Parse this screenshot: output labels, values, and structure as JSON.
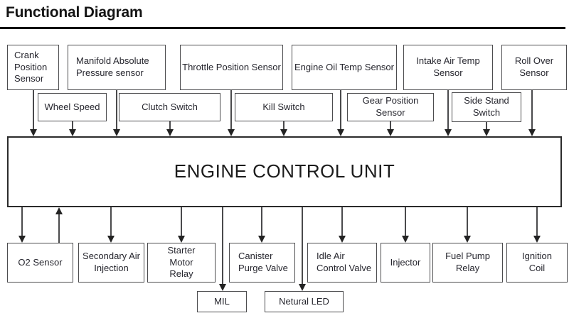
{
  "title": "Functional Diagram",
  "ecu": {
    "label": "ENGINE CONTROL UNIT"
  },
  "sensors_row1": [
    {
      "label": "Crank Position Sensor"
    },
    {
      "label": "Manifold Absolute Pressure sensor"
    },
    {
      "label": "Throttle Position Sensor"
    },
    {
      "label": "Engine Oil Temp Sensor"
    },
    {
      "label": "Intake Air Temp Sensor"
    },
    {
      "label": "Roll Over Sensor"
    }
  ],
  "sensors_row2": [
    {
      "label": "Wheel Speed"
    },
    {
      "label": "Clutch Switch"
    },
    {
      "label": "Kill Switch"
    },
    {
      "label": "Gear Position Sensor"
    },
    {
      "label": "Side Stand Switch"
    }
  ],
  "outputs": [
    {
      "label": "O2 Sensor"
    },
    {
      "label": "Secondary Air Injection"
    },
    {
      "label": "Starter Motor Relay"
    },
    {
      "label": "Canister Purge Valve"
    },
    {
      "label": "Idle Air Control Valve"
    },
    {
      "label": "Injector"
    },
    {
      "label": "Fuel Pump Relay"
    },
    {
      "label": "Ignition Coil"
    }
  ],
  "indicators": [
    {
      "label": "MIL"
    },
    {
      "label": "Netural LED"
    }
  ],
  "connections": [
    {
      "from": "Crank Position Sensor",
      "to": "Engine Control Unit"
    },
    {
      "from": "Wheel Speed",
      "to": "Engine Control Unit"
    },
    {
      "from": "Manifold Absolute Pressure sensor",
      "to": "Engine Control Unit"
    },
    {
      "from": "Clutch Switch",
      "to": "Engine Control Unit"
    },
    {
      "from": "Throttle Position Sensor",
      "to": "Engine Control Unit"
    },
    {
      "from": "Kill Switch",
      "to": "Engine Control Unit"
    },
    {
      "from": "Engine Oil Temp Sensor",
      "to": "Engine Control Unit"
    },
    {
      "from": "Gear Position Sensor",
      "to": "Engine Control Unit"
    },
    {
      "from": "Intake Air Temp Sensor",
      "to": "Engine Control Unit"
    },
    {
      "from": "Side Stand Switch",
      "to": "Engine Control Unit"
    },
    {
      "from": "Roll Over Sensor",
      "to": "Engine Control Unit"
    },
    {
      "from": "Engine Control Unit",
      "to": "O2 Sensor"
    },
    {
      "from": "O2 Sensor",
      "to": "Engine Control Unit"
    },
    {
      "from": "Engine Control Unit",
      "to": "Secondary Air Injection"
    },
    {
      "from": "Engine Control Unit",
      "to": "Starter Motor Relay"
    },
    {
      "from": "Engine Control Unit",
      "to": "MIL"
    },
    {
      "from": "Engine Control Unit",
      "to": "Canister Purge Valve"
    },
    {
      "from": "Engine Control Unit",
      "to": "Netural LED"
    },
    {
      "from": "Engine Control Unit",
      "to": "Idle Air Control Valve"
    },
    {
      "from": "Engine Control Unit",
      "to": "Injector"
    },
    {
      "from": "Engine Control Unit",
      "to": "Fuel Pump Relay"
    },
    {
      "from": "Engine Control Unit",
      "to": "Ignition Coil"
    }
  ]
}
